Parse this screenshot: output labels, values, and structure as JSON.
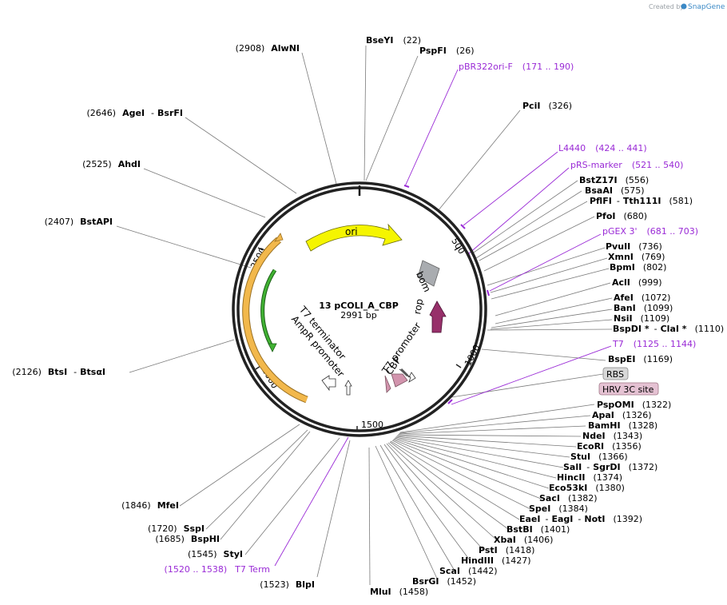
{
  "credit": {
    "created_by": "Created by",
    "brand": "SnapGene"
  },
  "plasmid": {
    "name": "13 pCOLI_A_CBP",
    "length": "2991 bp"
  },
  "ticks": [
    "500",
    "1000",
    "1500",
    "2000",
    "2500"
  ],
  "features": {
    "ori": "ori",
    "bom": "bom",
    "rop": "rop",
    "t7_promoter": "T7 promoter",
    "cbp": "CBP",
    "t7_terminator": "T7 terminator",
    "ampr_promoter": "AmpR promoter"
  },
  "boxed": {
    "rbs": "RBS",
    "hrv": "HRV 3C site"
  },
  "left_labels": [
    {
      "pos": "(2908)",
      "name": "AlwNI",
      "name2": ""
    },
    {
      "pos": "(2646)",
      "name": "AgeI",
      "name2": "BsrFI"
    },
    {
      "pos": "(2525)",
      "name": "AhdI",
      "name2": ""
    },
    {
      "pos": "(2407)",
      "name": "BstAPI",
      "name2": ""
    },
    {
      "pos": "(2126)",
      "name": "BtsI",
      "name2": "BtsαI"
    },
    {
      "pos": "(1846)",
      "name": "MfeI",
      "name2": ""
    },
    {
      "pos": "(1720)",
      "name": "SspI",
      "name2": ""
    },
    {
      "pos": "(1685)",
      "name": "BspHI",
      "name2": ""
    },
    {
      "pos": "(1545)",
      "name": "StyI",
      "name2": ""
    },
    {
      "pos": "(1523)",
      "name": "BlpI",
      "name2": ""
    }
  ],
  "left_primer": {
    "range": "(1520 .. 1538)",
    "name": "T7 Term"
  },
  "top_labels": [
    {
      "name": "BseYI",
      "pos": "(22)"
    },
    {
      "name": "PspFI",
      "pos": "(26)"
    }
  ],
  "primers": [
    {
      "name": "pBR322ori-F",
      "range": "(171 .. 190)"
    },
    {
      "name": "L4440",
      "range": "(424 .. 441)"
    },
    {
      "name": "pRS-marker",
      "range": "(521 .. 540)"
    },
    {
      "name": "pGEX 3'",
      "range": "(681 .. 703)"
    },
    {
      "name": "T7",
      "range": "(1125 .. 1144)"
    }
  ],
  "right_labels": [
    {
      "name": "PciI",
      "name2": "",
      "pos": "(326)"
    },
    {
      "name": "BstZ17I",
      "name2": "",
      "pos": "(556)"
    },
    {
      "name": "BsaAI",
      "name2": "",
      "pos": "(575)"
    },
    {
      "name": "PflFI",
      "name2": "Tth111I",
      "pos": "(581)"
    },
    {
      "name": "PfoI",
      "name2": "",
      "pos": "(680)"
    },
    {
      "name": "PvuII",
      "name2": "",
      "pos": "(736)"
    },
    {
      "name": "XmnI",
      "name2": "",
      "pos": "(769)"
    },
    {
      "name": "BpmI",
      "name2": "",
      "pos": "(802)"
    },
    {
      "name": "AclI",
      "name2": "",
      "pos": "(999)"
    },
    {
      "name": "AfeI",
      "name2": "",
      "pos": "(1072)"
    },
    {
      "name": "BanI",
      "name2": "",
      "pos": "(1099)"
    },
    {
      "name": "NsiI",
      "name2": "",
      "pos": "(1109)"
    },
    {
      "name": "BspDI *",
      "name2": "ClaI *",
      "pos": "(1110)"
    },
    {
      "name": "BspEI",
      "name2": "",
      "pos": "(1169)"
    },
    {
      "name": "PspOMI",
      "name2": "",
      "pos": "(1322)"
    },
    {
      "name": "ApaI",
      "name2": "",
      "pos": "(1326)"
    },
    {
      "name": "BamHI",
      "name2": "",
      "pos": "(1328)"
    },
    {
      "name": "NdeI",
      "name2": "",
      "pos": "(1343)"
    },
    {
      "name": "EcoRI",
      "name2": "",
      "pos": "(1356)"
    },
    {
      "name": "StuI",
      "name2": "",
      "pos": "(1366)"
    },
    {
      "name": "SalI",
      "name2": "SgrDI",
      "pos": "(1372)"
    },
    {
      "name": "HincII",
      "name2": "",
      "pos": "(1374)"
    },
    {
      "name": "Eco53kI",
      "name2": "",
      "pos": "(1380)"
    },
    {
      "name": "SacI",
      "name2": "",
      "pos": "(1382)"
    },
    {
      "name": "SpeI",
      "name2": "",
      "pos": "(1384)"
    },
    {
      "name": "EaeI",
      "name2": "EagI",
      "name3": "NotI",
      "pos": "(1392)"
    },
    {
      "name": "BstBI",
      "name2": "",
      "pos": "(1401)"
    },
    {
      "name": "XbaI",
      "name2": "",
      "pos": "(1406)"
    },
    {
      "name": "PstI",
      "name2": "",
      "pos": "(1418)"
    },
    {
      "name": "HindIII",
      "name2": "",
      "pos": "(1427)"
    },
    {
      "name": "ScaI",
      "name2": "",
      "pos": "(1442)"
    },
    {
      "name": "BsrGI",
      "name2": "",
      "pos": "(1452)"
    },
    {
      "name": "MluI",
      "name2": "",
      "pos": "(1458)"
    }
  ],
  "colors": {
    "ori": "#f5f500",
    "bom": "#a9acb0",
    "rop": "#97306a",
    "ampr": "#f2b84c",
    "ampr_inner": "#41b233",
    "cbp": "#d294ad",
    "primer": "#9a2bd6",
    "boxed_fill": "#d8d8d8",
    "hrv_fill": "#e5c2d3"
  }
}
